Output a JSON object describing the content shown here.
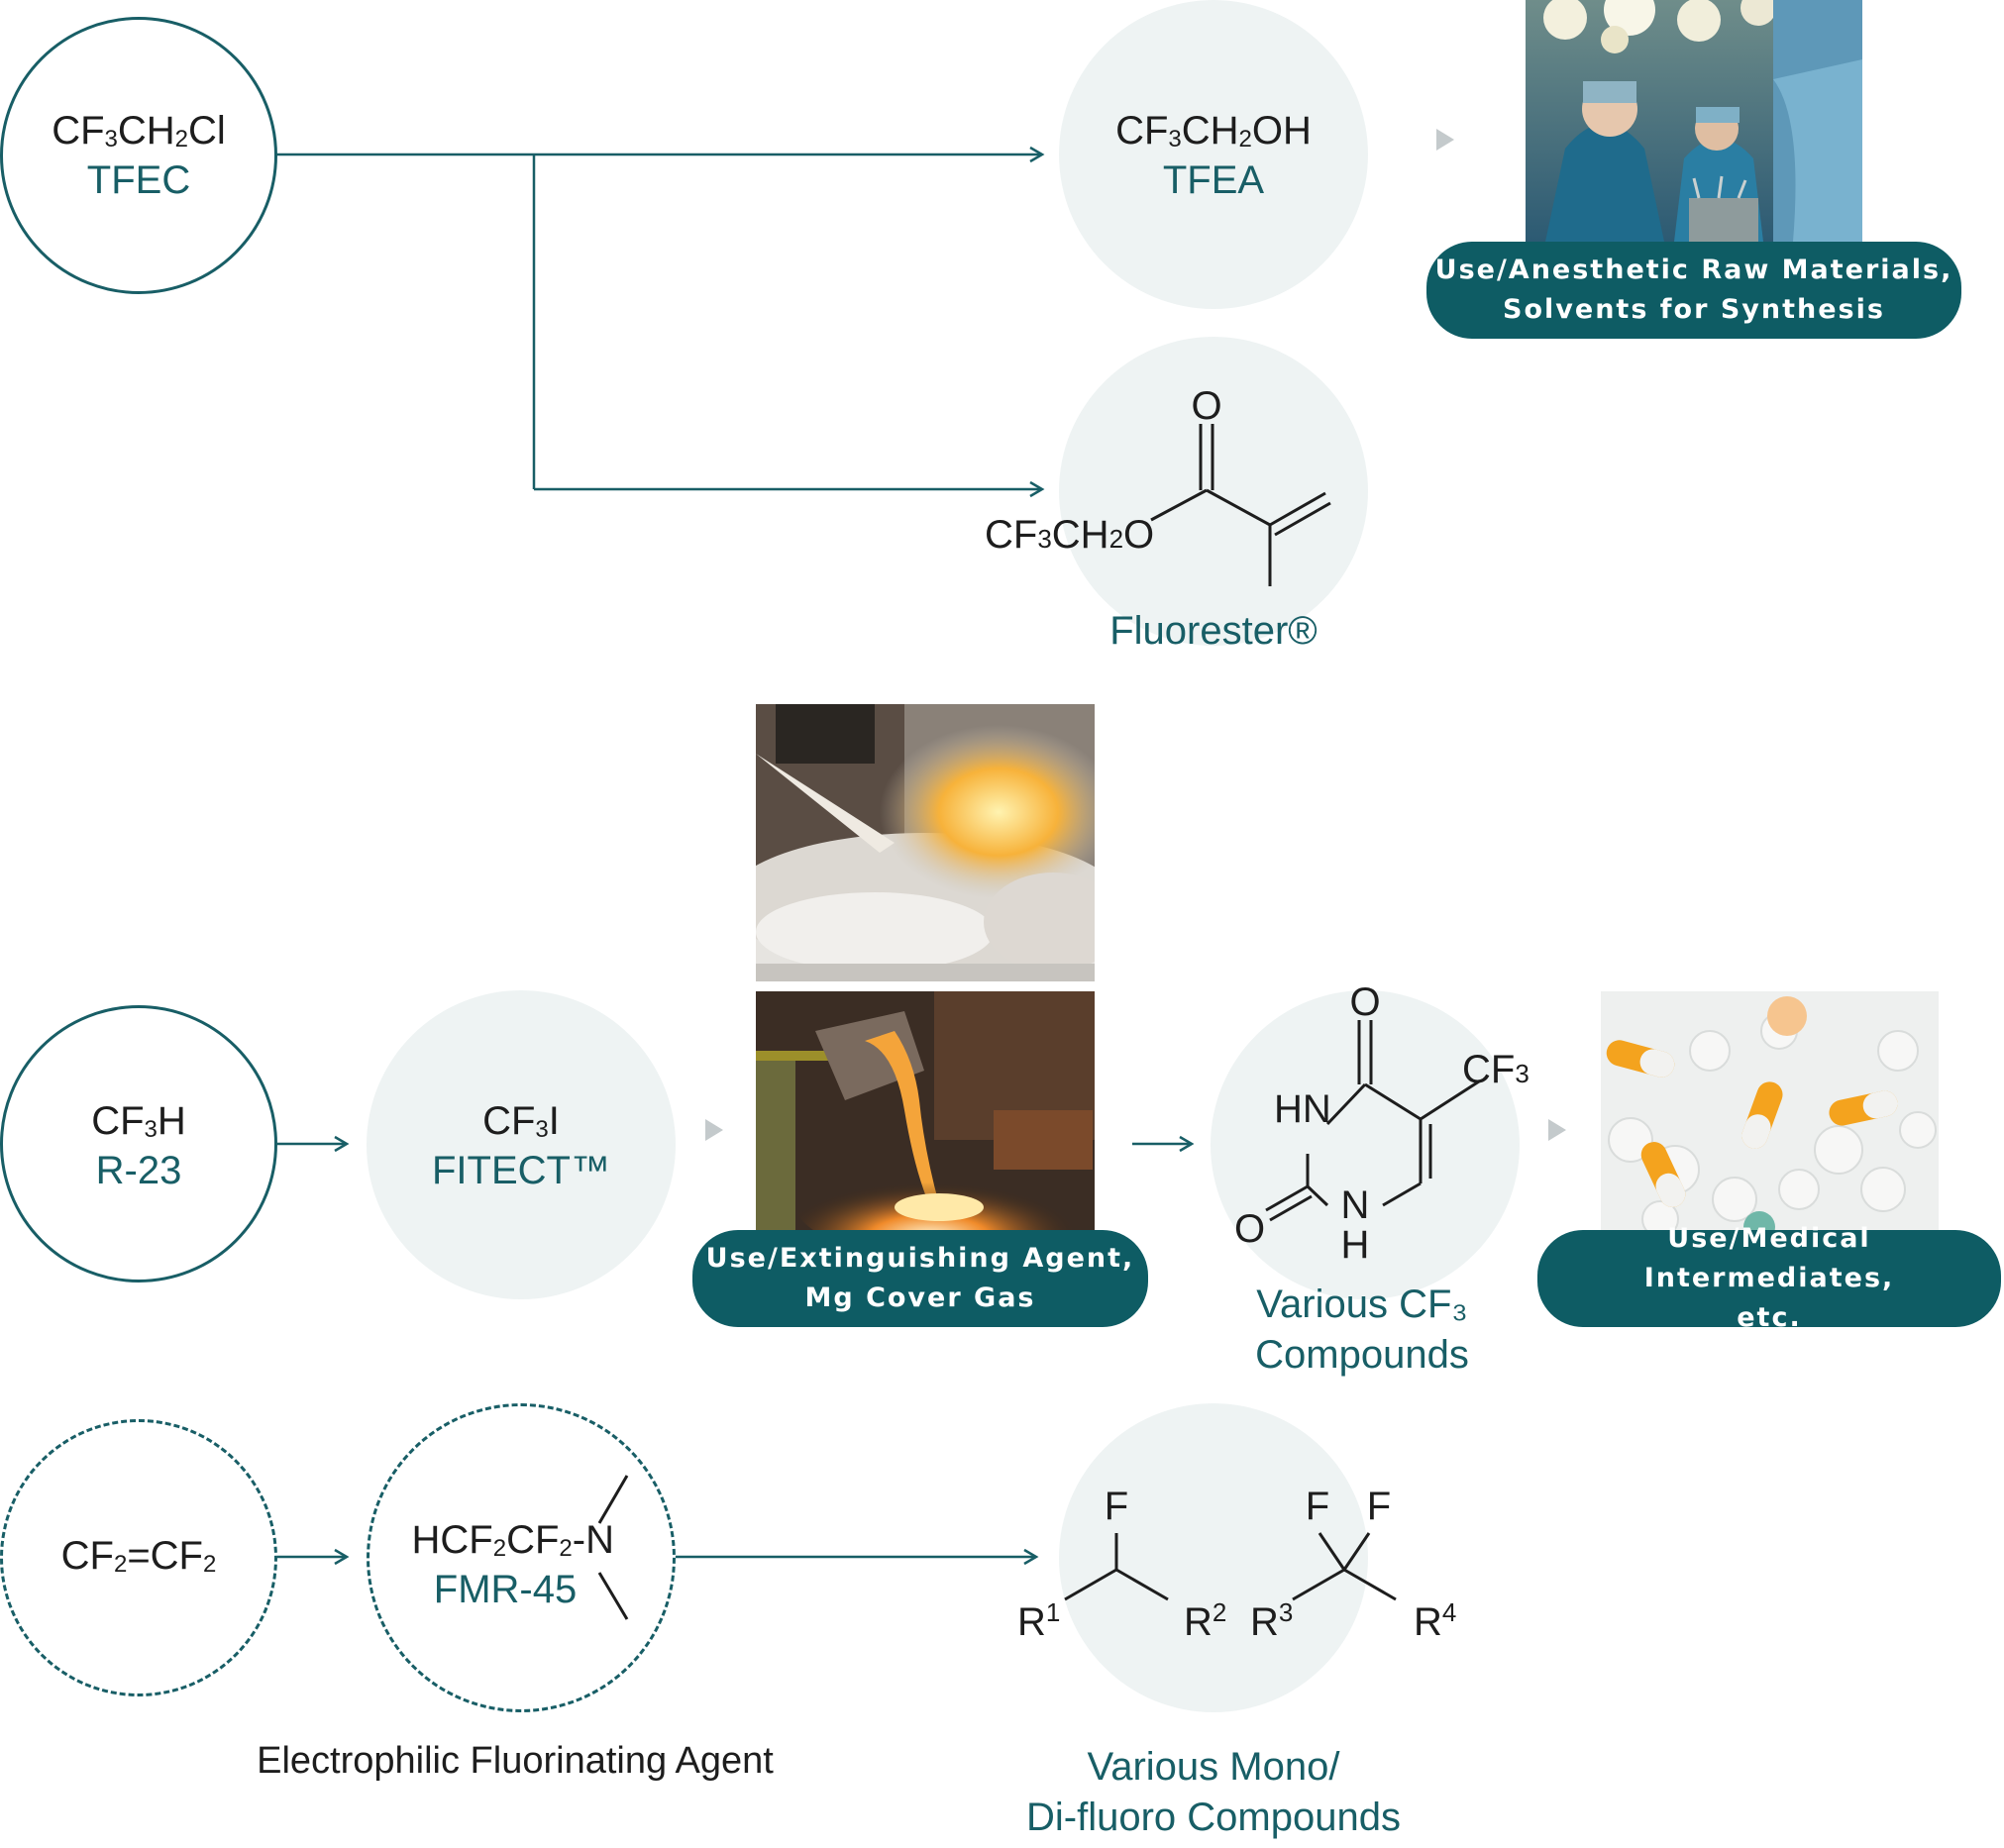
{
  "tfec": {
    "formula_a": "CF",
    "formula_b": "3",
    "formula_c": "CH",
    "formula_d": "2",
    "formula_e": "Cl",
    "name": "TFEC"
  },
  "tfea": {
    "formula_a": "CF",
    "formula_b": "3",
    "formula_c": "CH",
    "formula_d": "2",
    "formula_e": "OH",
    "name": "TFEA"
  },
  "fluorester": {
    "oxygen": "O",
    "group_a": "CF",
    "group_b": "3",
    "group_c": "CH",
    "group_d": "2",
    "group_e": "O",
    "name": "Fluorester®"
  },
  "anesthetic_use": {
    "line1": "Use/Anesthetic Raw Materials,",
    "line2": "Solvents for Synthesis"
  },
  "r23": {
    "formula_a": "CF",
    "formula_b": "3",
    "formula_c": "H",
    "name": "R-23"
  },
  "fitect": {
    "formula_a": "CF",
    "formula_b": "3",
    "formula_c": "I",
    "name": "FITECT™"
  },
  "extinguishing_use": {
    "line1": "Use/Extinguishing Agent,",
    "line2": "Mg Cover Gas"
  },
  "cf3_compound": {
    "o_top": "O",
    "cf3_a": "CF",
    "cf3_b": "3",
    "hn": "HN",
    "n": "N",
    "h": "H",
    "o_bottom": "O",
    "caption_line1": "Various CF₃",
    "caption_line2": "Compounds"
  },
  "medical_use": {
    "line1": "Use/Medical Intermediates,",
    "line2": "etc."
  },
  "tfe": {
    "formula_a": "CF",
    "formula_b": "2",
    "formula_c": "=CF",
    "formula_d": "2"
  },
  "fmr45": {
    "formula_a": "HCF",
    "formula_b": "2",
    "formula_c": "CF",
    "formula_d": "2",
    "formula_e": "-N",
    "name": "FMR-45",
    "caption": "Electrophilic Fluorinating Agent"
  },
  "fluoro_compounds": {
    "f1": "F",
    "f2": "F",
    "f3": "F",
    "r1": "R",
    "r1_sup": "1",
    "r2": "R",
    "r2_sup": "2",
    "r3": "R",
    "r3_sup": "3",
    "r4": "R",
    "r4_sup": "4",
    "caption_line1": "Various Mono/",
    "caption_line2": "Di-fluoro Compounds"
  },
  "colors": {
    "teal": "#185e66",
    "pill": "#0e5c64",
    "circle_fill": "#eef3f3",
    "triangle": "#c4cacc"
  },
  "photos": {
    "surgery": "surgery-photo",
    "extinguisher": "fire-extinguishing-photo",
    "molten_metal": "molten-metal-photo",
    "pills": "pills-photo"
  }
}
